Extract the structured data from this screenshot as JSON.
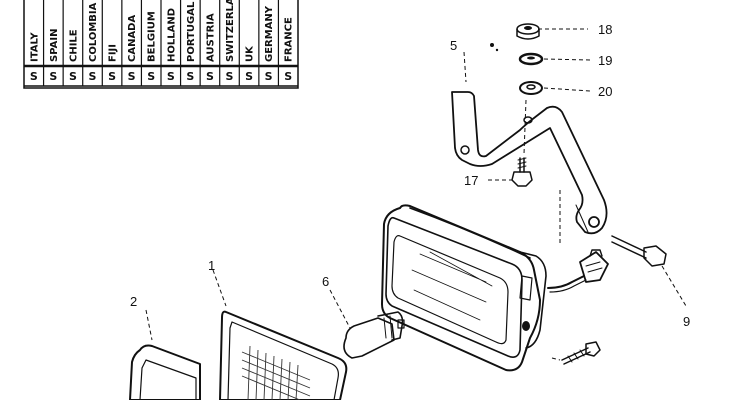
{
  "country_table": {
    "columns": [
      {
        "country": "ITALY",
        "code": "S"
      },
      {
        "country": "SPAIN",
        "code": "S"
      },
      {
        "country": "CHILE",
        "code": "S"
      },
      {
        "country": "COLOMBIA",
        "code": "S"
      },
      {
        "country": "FIJI",
        "code": "S"
      },
      {
        "country": "CANADA",
        "code": "S"
      },
      {
        "country": "BELGIUM",
        "code": "S"
      },
      {
        "country": "HOLLAND",
        "code": "S"
      },
      {
        "country": "PORTUGAL",
        "code": "S"
      },
      {
        "country": "AUSTRIA",
        "code": "S"
      },
      {
        "country": "SWITZERLAND",
        "code": "S"
      },
      {
        "country": "UK",
        "code": "S"
      },
      {
        "country": "GERMANY",
        "code": "S"
      },
      {
        "country": "FRANCE",
        "code": "S"
      }
    ]
  },
  "callouts": {
    "p1": "1",
    "p2": "2",
    "p5": "5",
    "p6": "6",
    "p9": "9",
    "p17": "17",
    "p18": "18",
    "p19": "19",
    "p20": "20"
  }
}
